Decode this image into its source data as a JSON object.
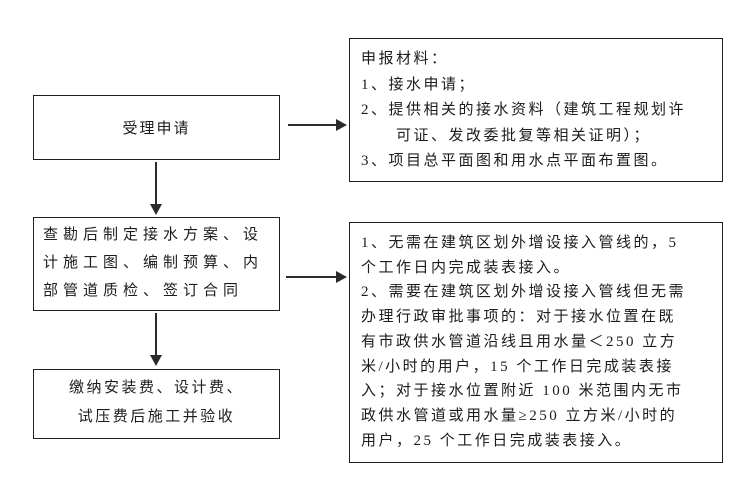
{
  "flow": {
    "step1": {
      "label": "受理申请"
    },
    "step2": {
      "lines": [
        "查勘后制定接水方案、设",
        "计施工图、编制预算、内",
        "部管道质检、签订合同"
      ]
    },
    "step3": {
      "lines": [
        "缴纳安装费、设计费、",
        "试压费后施工并验收"
      ]
    },
    "note_materials": {
      "lines": [
        "申报材料：",
        "1、接水申请；",
        "2、提供相关的接水资料（建筑工程规划许",
        "　　可证、发改委批复等相关证明）；",
        "3、项目总平面图和用水点平面布置图。"
      ]
    },
    "note_timelines": {
      "lines": [
        "1、无需在建筑区划外增设接入管线的，5",
        "个工作日内完成装表接入。",
        "2、需要在建筑区划外增设接入管线但无需",
        "办理行政审批事项的：对于接水位置在既",
        "有市政供水管道沿线且用水量＜250 立方",
        "米/小时的用户，15 个工作日完成装表接",
        "入；对于接水位置附近 100 米范围内无市",
        "政供水管道或用水量≥250 立方米/小时的",
        "用户，25 个工作日完成装表接入。"
      ]
    }
  },
  "colors": {
    "background": "#ffffff",
    "border": "#1f1f1f",
    "text": "#1c1c1c",
    "arrow": "#2b2b2b"
  }
}
